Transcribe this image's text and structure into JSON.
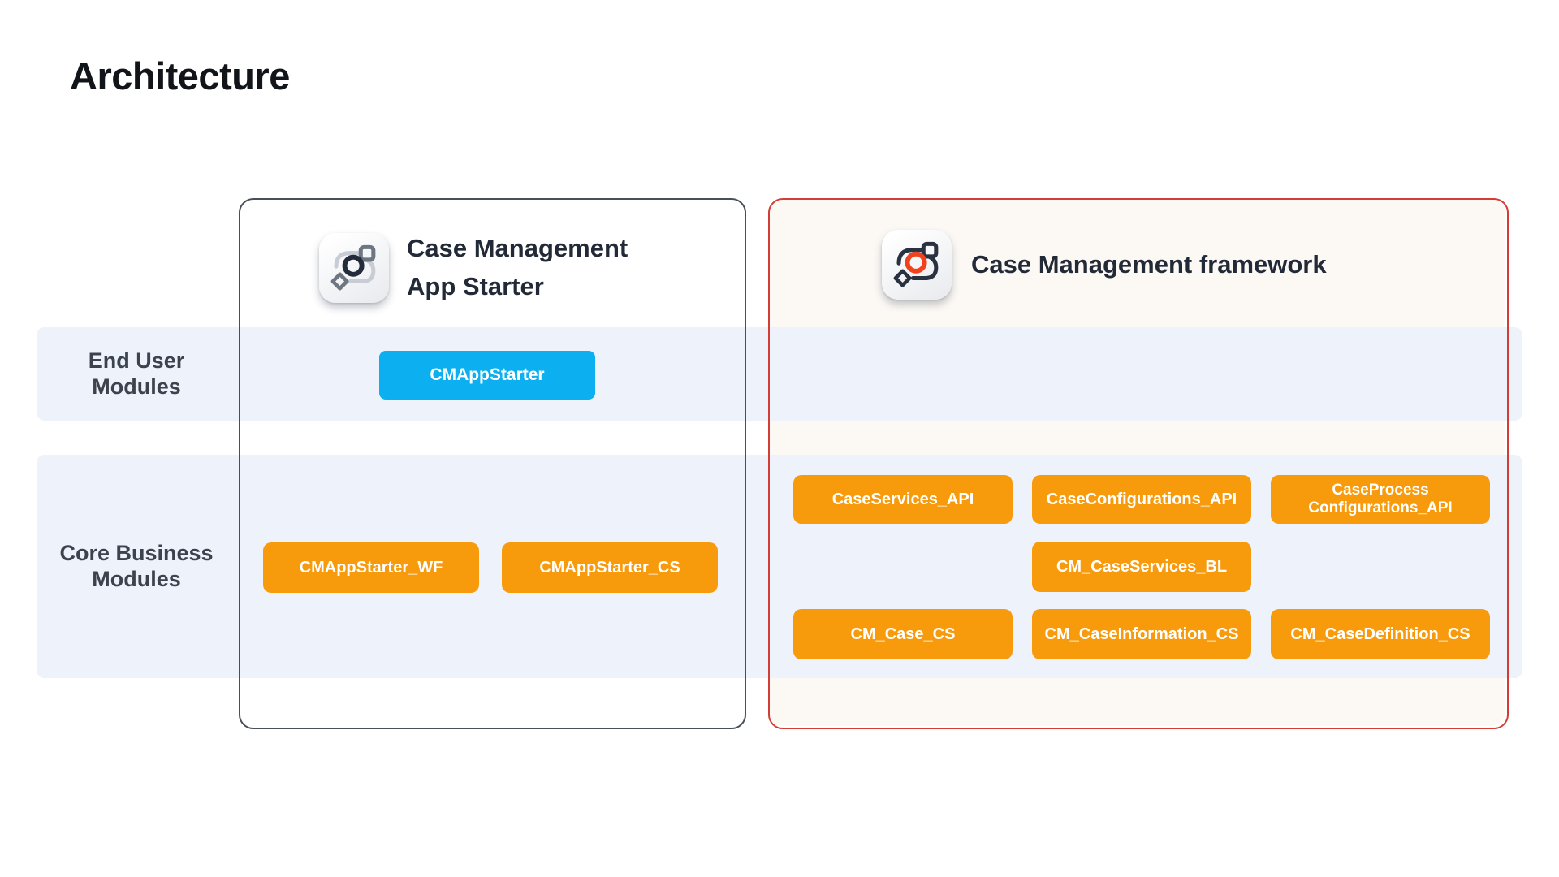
{
  "slide": {
    "title": "Architecture"
  },
  "colors": {
    "band": "#EDF2FB",
    "chip_orange": "#F79B0D",
    "chip_blue": "#0CB0F0",
    "framework_border_red": "#D43C36",
    "app_starter_border": "#494F58",
    "framework_bg": "#FCF9F5",
    "icon_ring_dark": "#242C3B",
    "icon_ring_red": "#F2421B"
  },
  "row_labels": [
    {
      "line1": "End User",
      "line2": "Modules"
    },
    {
      "line1": "Core Business",
      "line2": "Modules"
    }
  ],
  "app_starter": {
    "title_line1": "Case Management",
    "title_line2": "App Starter",
    "icon": "workflow-app-starter-icon",
    "end_user_modules": [
      {
        "label": "CMAppStarter"
      }
    ],
    "core_modules": [
      {
        "label": "CMAppStarter_WF"
      },
      {
        "label": "CMAppStarter_CS"
      }
    ]
  },
  "framework": {
    "title": "Case Management framework",
    "icon": "workflow-framework-icon",
    "api_modules": [
      {
        "label": "CaseServices_API"
      },
      {
        "label": "CaseConfigurations_API"
      },
      {
        "line1": "CaseProcess",
        "line2": "Configurations_API"
      }
    ],
    "bl_modules": [
      {
        "label": "CM_CaseServices_BL"
      }
    ],
    "cs_modules": [
      {
        "label": "CM_Case_CS"
      },
      {
        "label": "CM_CaseInformation_CS"
      },
      {
        "label": "CM_CaseDefinition_CS"
      }
    ]
  }
}
